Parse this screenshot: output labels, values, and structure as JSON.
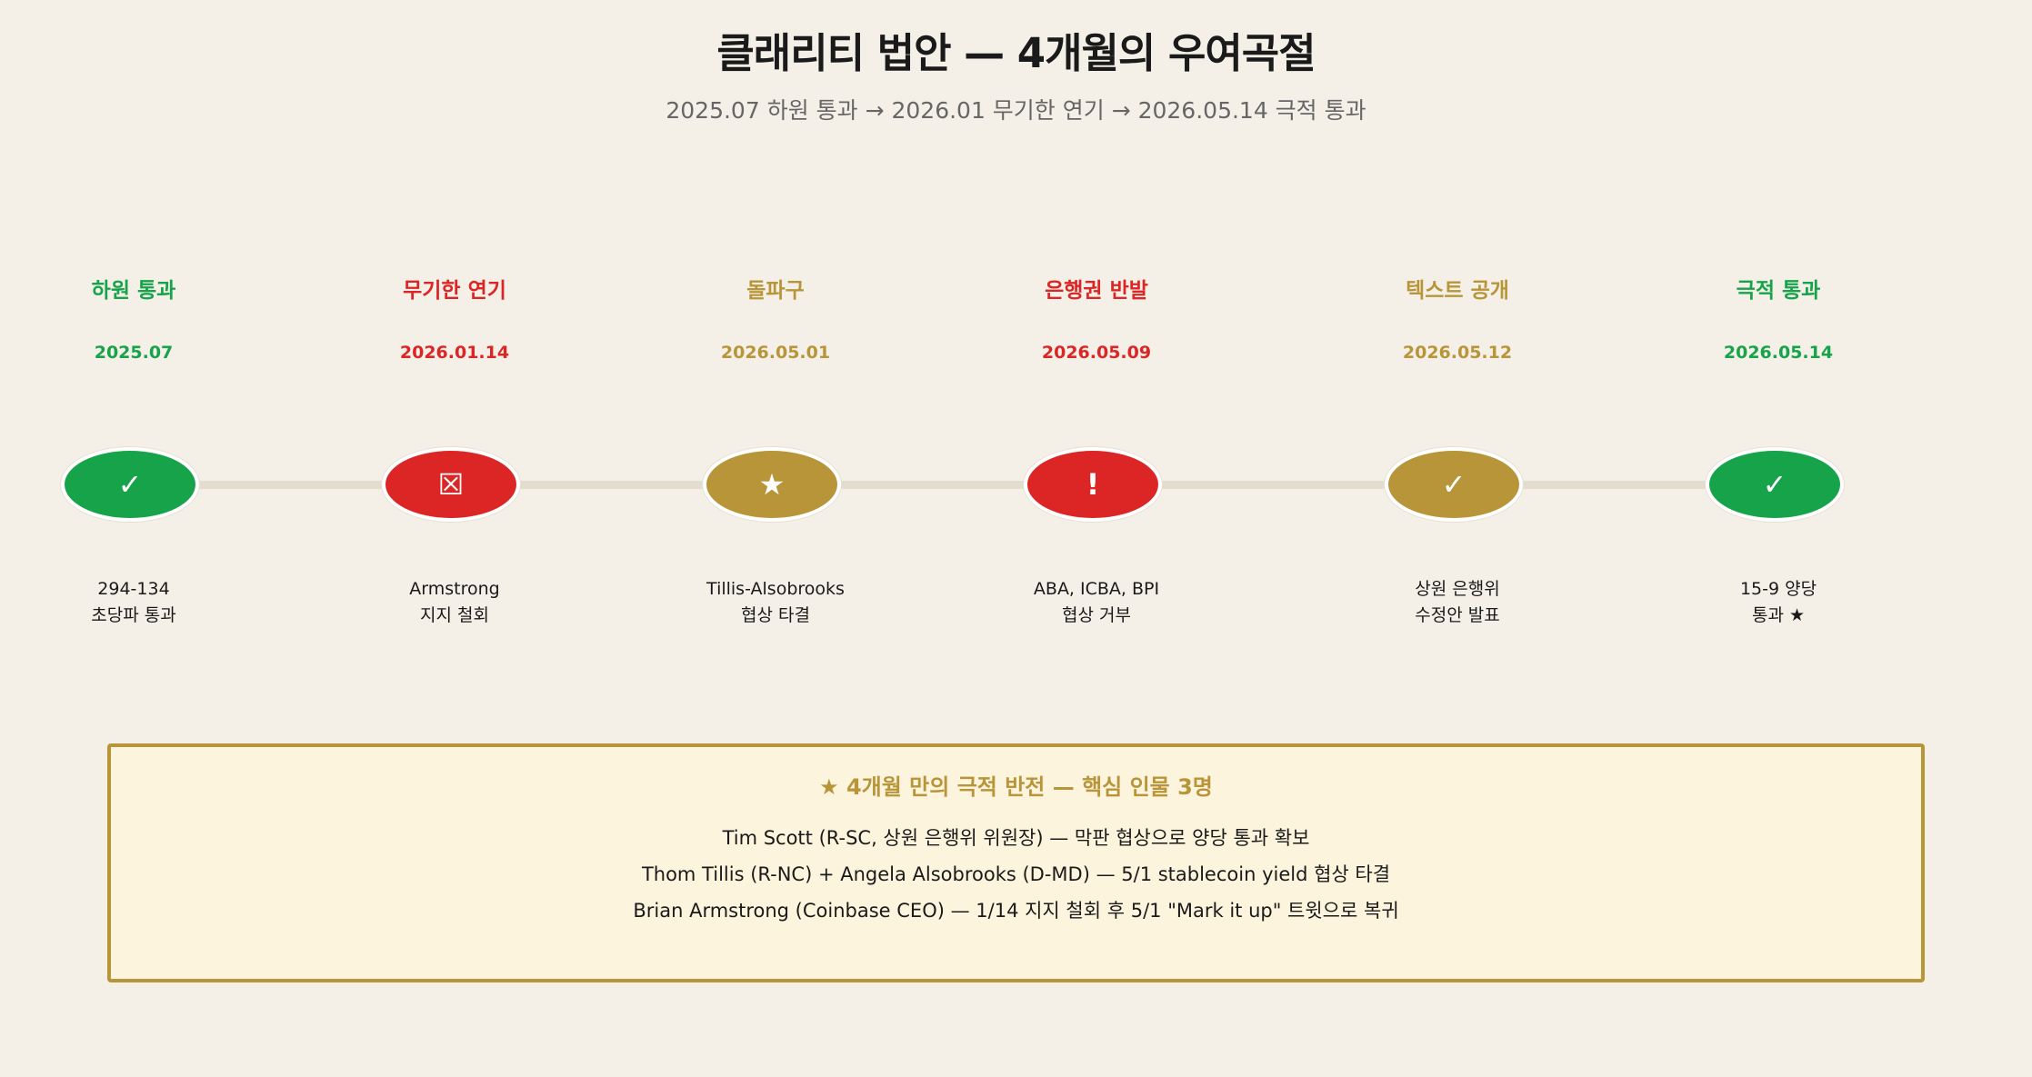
{
  "title": "클래리티 법안 — 4개월의 우여곡절",
  "subtitle": "2025.07 하원 통과 → 2026.01 무기한 연기 → 2026.05.14 극적 통과",
  "colors": {
    "green": "#17a34a",
    "red": "#dc2626",
    "gold": "#b89539",
    "background": "#f4f0e8",
    "track": "#e3ddcf"
  },
  "stages": [
    {
      "label": "하원 통과",
      "date": "2025.07",
      "icon_name": "check-icon",
      "icon": "✓",
      "color": "#17a34a",
      "desc_line1": "294-134",
      "desc_line2": "초당파 통과"
    },
    {
      "label": "무기한 연기",
      "date": "2026.01.14",
      "icon_name": "boxed-x-icon",
      "icon": "☒",
      "color": "#dc2626",
      "desc_line1": "Armstrong",
      "desc_line2": "지지 철회"
    },
    {
      "label": "돌파구",
      "date": "2026.05.01",
      "icon_name": "star-icon",
      "icon": "★",
      "color": "#b89539",
      "desc_line1": "Tillis-Alsobrooks",
      "desc_line2": "협상 타결"
    },
    {
      "label": "은행권 반발",
      "date": "2026.05.09",
      "icon_name": "exclamation-icon",
      "icon": "!",
      "color": "#dc2626",
      "desc_line1": "ABA, ICBA, BPI",
      "desc_line2": "협상 거부"
    },
    {
      "label": "텍스트 공개",
      "date": "2026.05.12",
      "icon_name": "check-icon",
      "icon": "✓",
      "color": "#b89539",
      "desc_line1": "상원 은행위",
      "desc_line2": "수정안 발표"
    },
    {
      "label": "극적 통과",
      "date": "2026.05.14",
      "icon_name": "check-icon",
      "icon": "✓",
      "color": "#17a34a",
      "desc_line1": "15-9 양당",
      "desc_line2": "통과 ★"
    }
  ],
  "callout": {
    "title": "★ 4개월 만의 극적 반전 — 핵심 인물 3명",
    "lines": [
      "Tim Scott (R-SC, 상원 은행위 위원장) — 막판 협상으로 양당 통과 확보",
      "Thom Tillis (R-NC) + Angela Alsobrooks (D-MD) — 5/1 stablecoin yield 협상 타결",
      "Brian Armstrong (Coinbase CEO) — 1/14 지지 철회 후 5/1 \"Mark it up\" 트윗으로 복귀"
    ]
  }
}
